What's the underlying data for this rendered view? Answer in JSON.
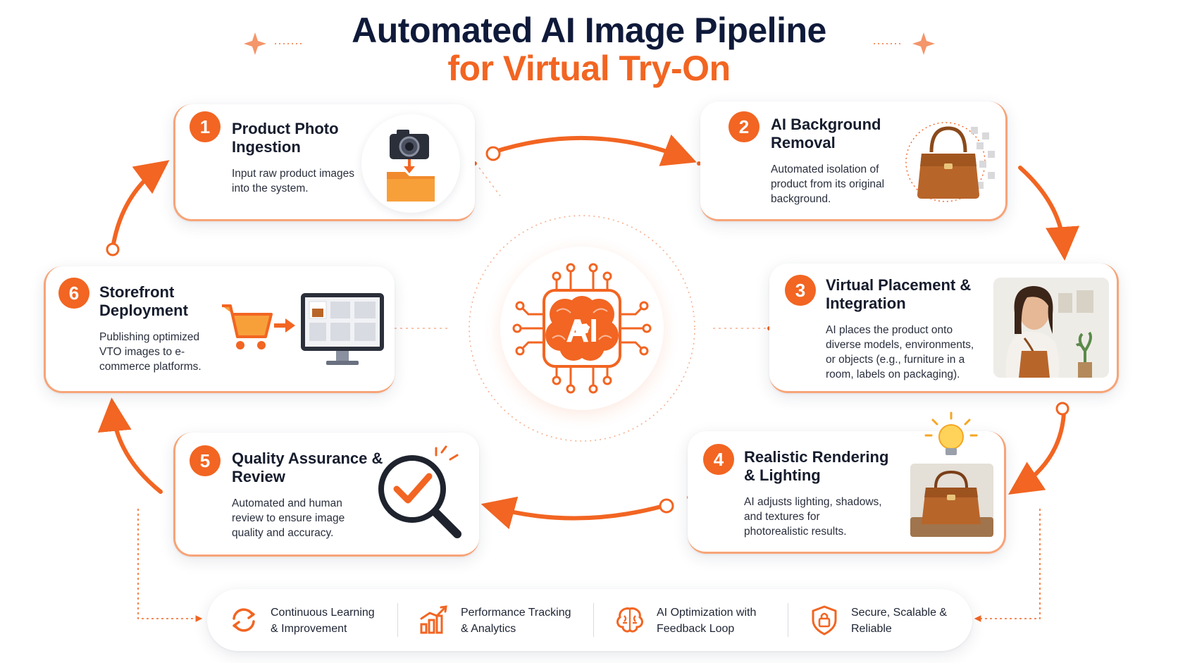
{
  "title": {
    "line1": "Automated AI Image Pipeline",
    "line2": "for Virtual Try-On"
  },
  "colors": {
    "accent": "#f26522",
    "navy": "#0f1a3a",
    "border": "#f7a478"
  },
  "center": {
    "chip_label": "AI",
    "icon": "ai-brain-chip-icon"
  },
  "steps": [
    {
      "number": "1",
      "title": "Product Photo Ingestion",
      "description": "Input raw product images into the system.",
      "icon": "camera-folder-icon"
    },
    {
      "number": "2",
      "title": "AI Background Removal",
      "description": "Automated isolation of product from its original background.",
      "icon": "handbag-icon"
    },
    {
      "number": "3",
      "title": "Virtual Placement & Integration",
      "description": "AI places the product onto diverse models, environments, or objects (e.g., furniture in a room, labels on packaging).",
      "icon": "model-with-handbag-photo"
    },
    {
      "number": "4",
      "title": "Realistic Rendering & Lighting",
      "description": "AI adjusts lighting, shadows, and textures for photorealistic results.",
      "icon": "lightbulb-handbag-icon"
    },
    {
      "number": "5",
      "title": "Quality Assurance & Review",
      "description": "Automated and human review to ensure image quality and accuracy.",
      "icon": "magnifier-check-icon"
    },
    {
      "number": "6",
      "title": "Storefront Deployment",
      "description": "Publishing optimized VTO images to e-commerce platforms.",
      "icon": "cart-monitor-icon"
    }
  ],
  "features": [
    {
      "label": "Continuous Learning & Improvement",
      "icon": "refresh-cycle-icon"
    },
    {
      "label": "Performance Tracking & Analytics",
      "icon": "bar-chart-icon"
    },
    {
      "label": "AI Optimization with Feedback Loop",
      "icon": "brain-icon"
    },
    {
      "label": "Secure, Scalable & Reliable",
      "icon": "shield-lock-icon"
    }
  ]
}
